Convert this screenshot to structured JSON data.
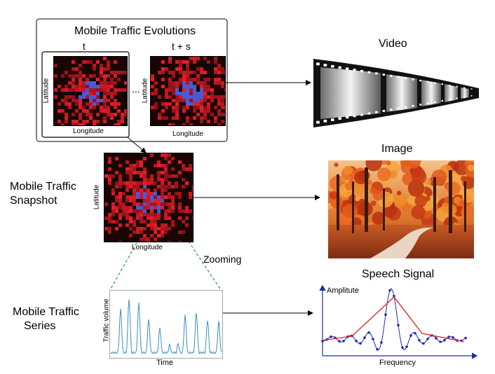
{
  "evolutions": {
    "title": "Mobile Traffic Evolutions",
    "frame_t": "t",
    "frame_ts": "t + s",
    "ellipsis": "...",
    "axis_lat": "Latitude",
    "axis_lon": "Longitude"
  },
  "snapshot": {
    "label_line1": "Mobile Traffic",
    "label_line2": "Snapshot",
    "axis_lat": "Latitude",
    "axis_lon": "Longitude",
    "zoom_label": "Zooming"
  },
  "series": {
    "label_line1": "Mobile Traffic",
    "label_line2": "Series",
    "ylabel": "Traffic volume",
    "xlabel": "Time"
  },
  "right": {
    "video_label": "Video",
    "image_label": "Image",
    "speech_label": "Speech Signal",
    "amplitude_label": "Amplitute",
    "frequency_label": "Frequency"
  },
  "colors": {
    "heat_bg": "#1a0505",
    "heat_red": "#d81e2a",
    "heat_blue": "#4a5ad6",
    "series_line": "#3a8fc4",
    "speech_blue": "#1f2bb0",
    "speech_red": "#e02020",
    "zoom_green": "#2fa84f"
  },
  "icons": {
    "video": "film-strip-icon",
    "image": "autumn-forest-photo"
  }
}
